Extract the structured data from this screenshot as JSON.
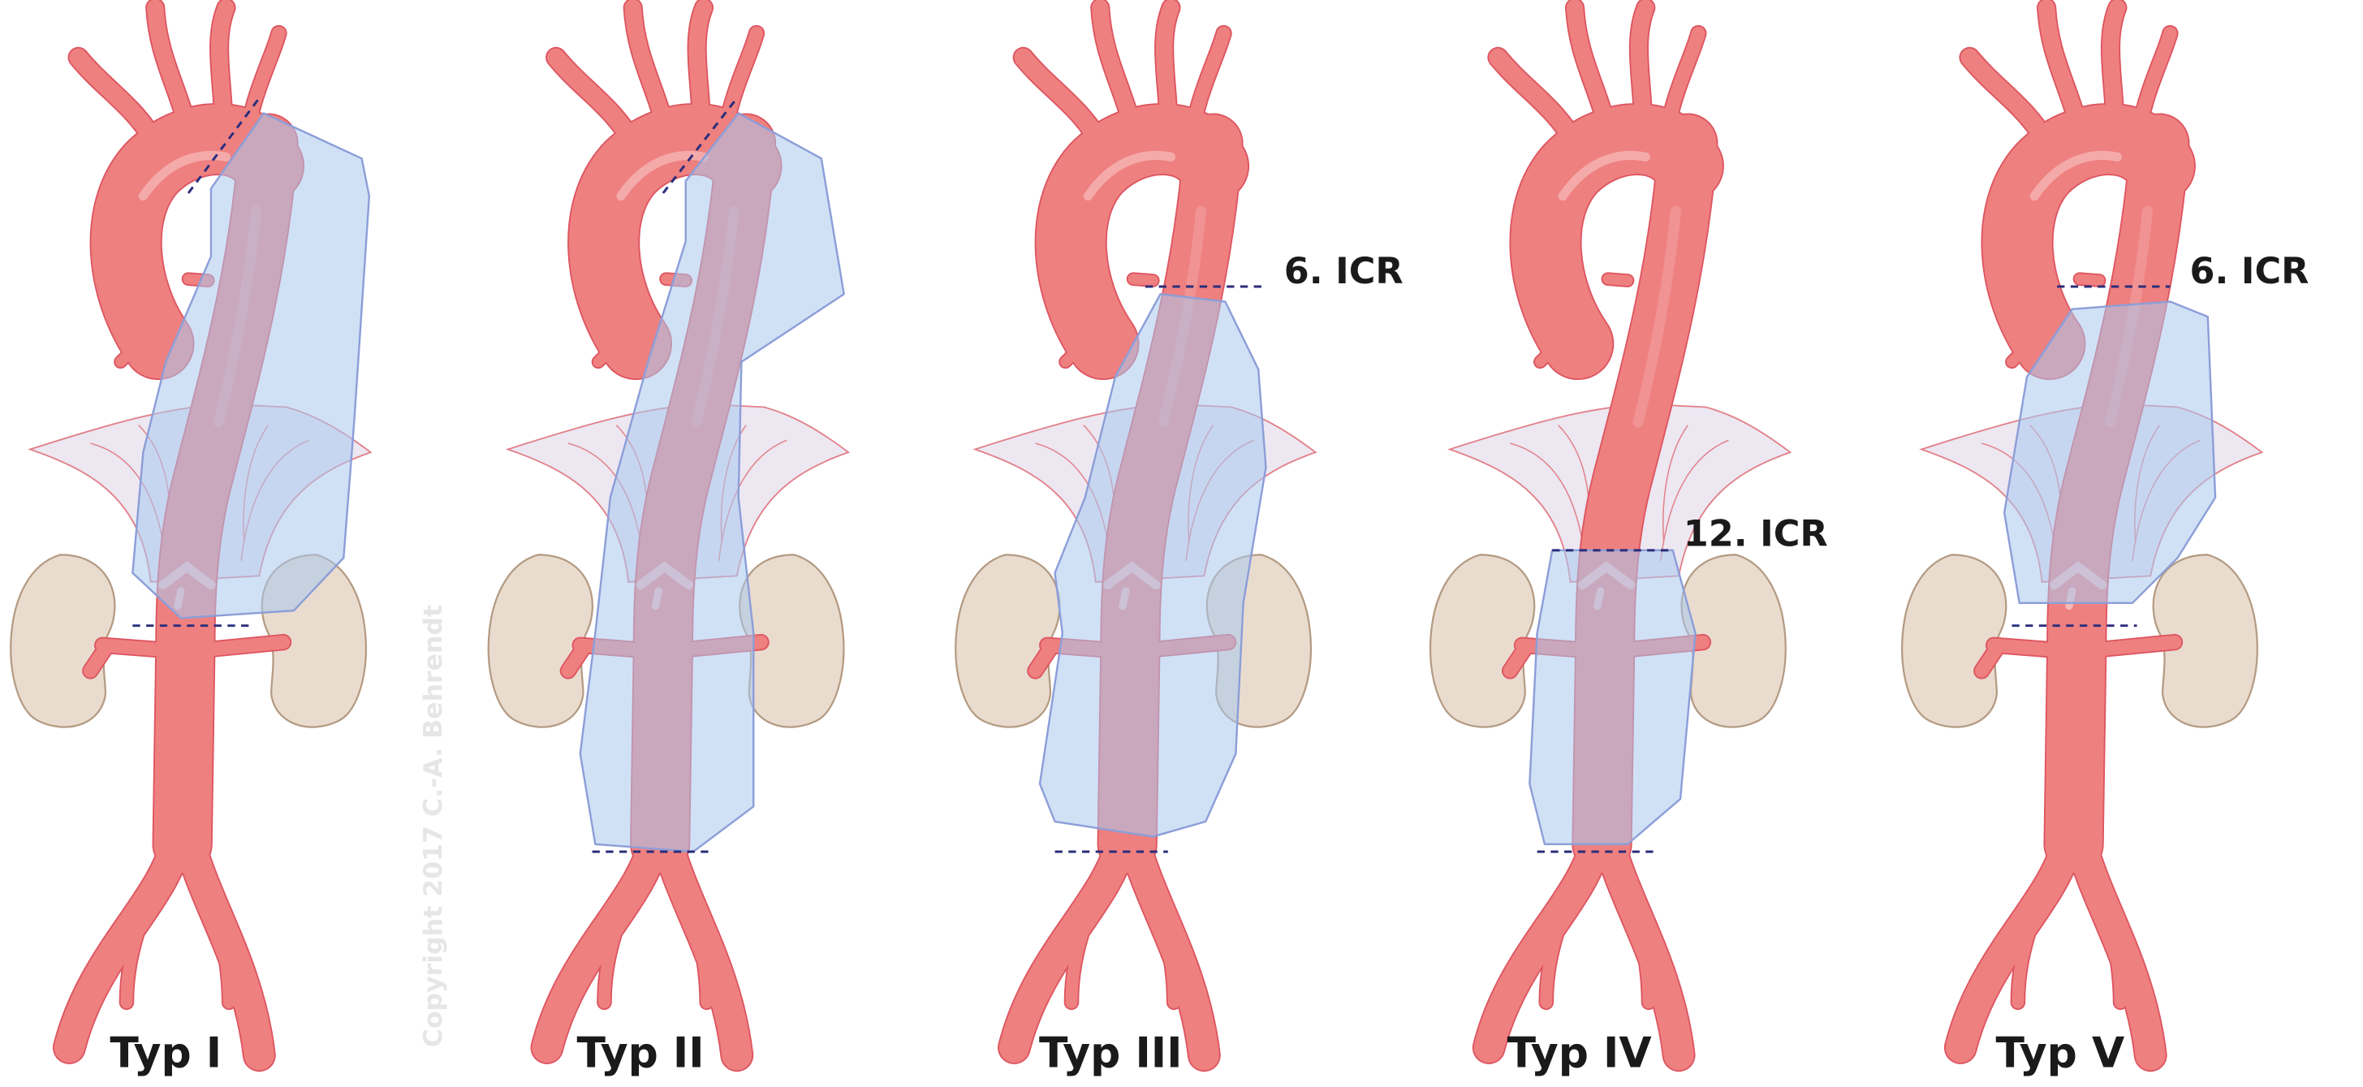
{
  "watermark": "Copyright 2017 C.-A. Behrendt",
  "colors": {
    "artery": "#ef8080",
    "artery_outline": "#dd5560",
    "aneurysm": "#a9c8ef",
    "aneurysm_outline": "#8c9ed8",
    "diaphragm": "#ece7f1",
    "kidney": "#e9dccf",
    "kidney_outline": "#b49a82",
    "level_line": "#2b2d7a"
  },
  "panels": [
    {
      "label": "Typ I",
      "level_label": ""
    },
    {
      "label": "Typ II",
      "level_label": ""
    },
    {
      "label": "Typ III",
      "level_label": "6. ICR"
    },
    {
      "label": "Typ IV",
      "level_label": "12. ICR"
    },
    {
      "label": "Typ V",
      "level_label": "6. ICR"
    }
  ]
}
